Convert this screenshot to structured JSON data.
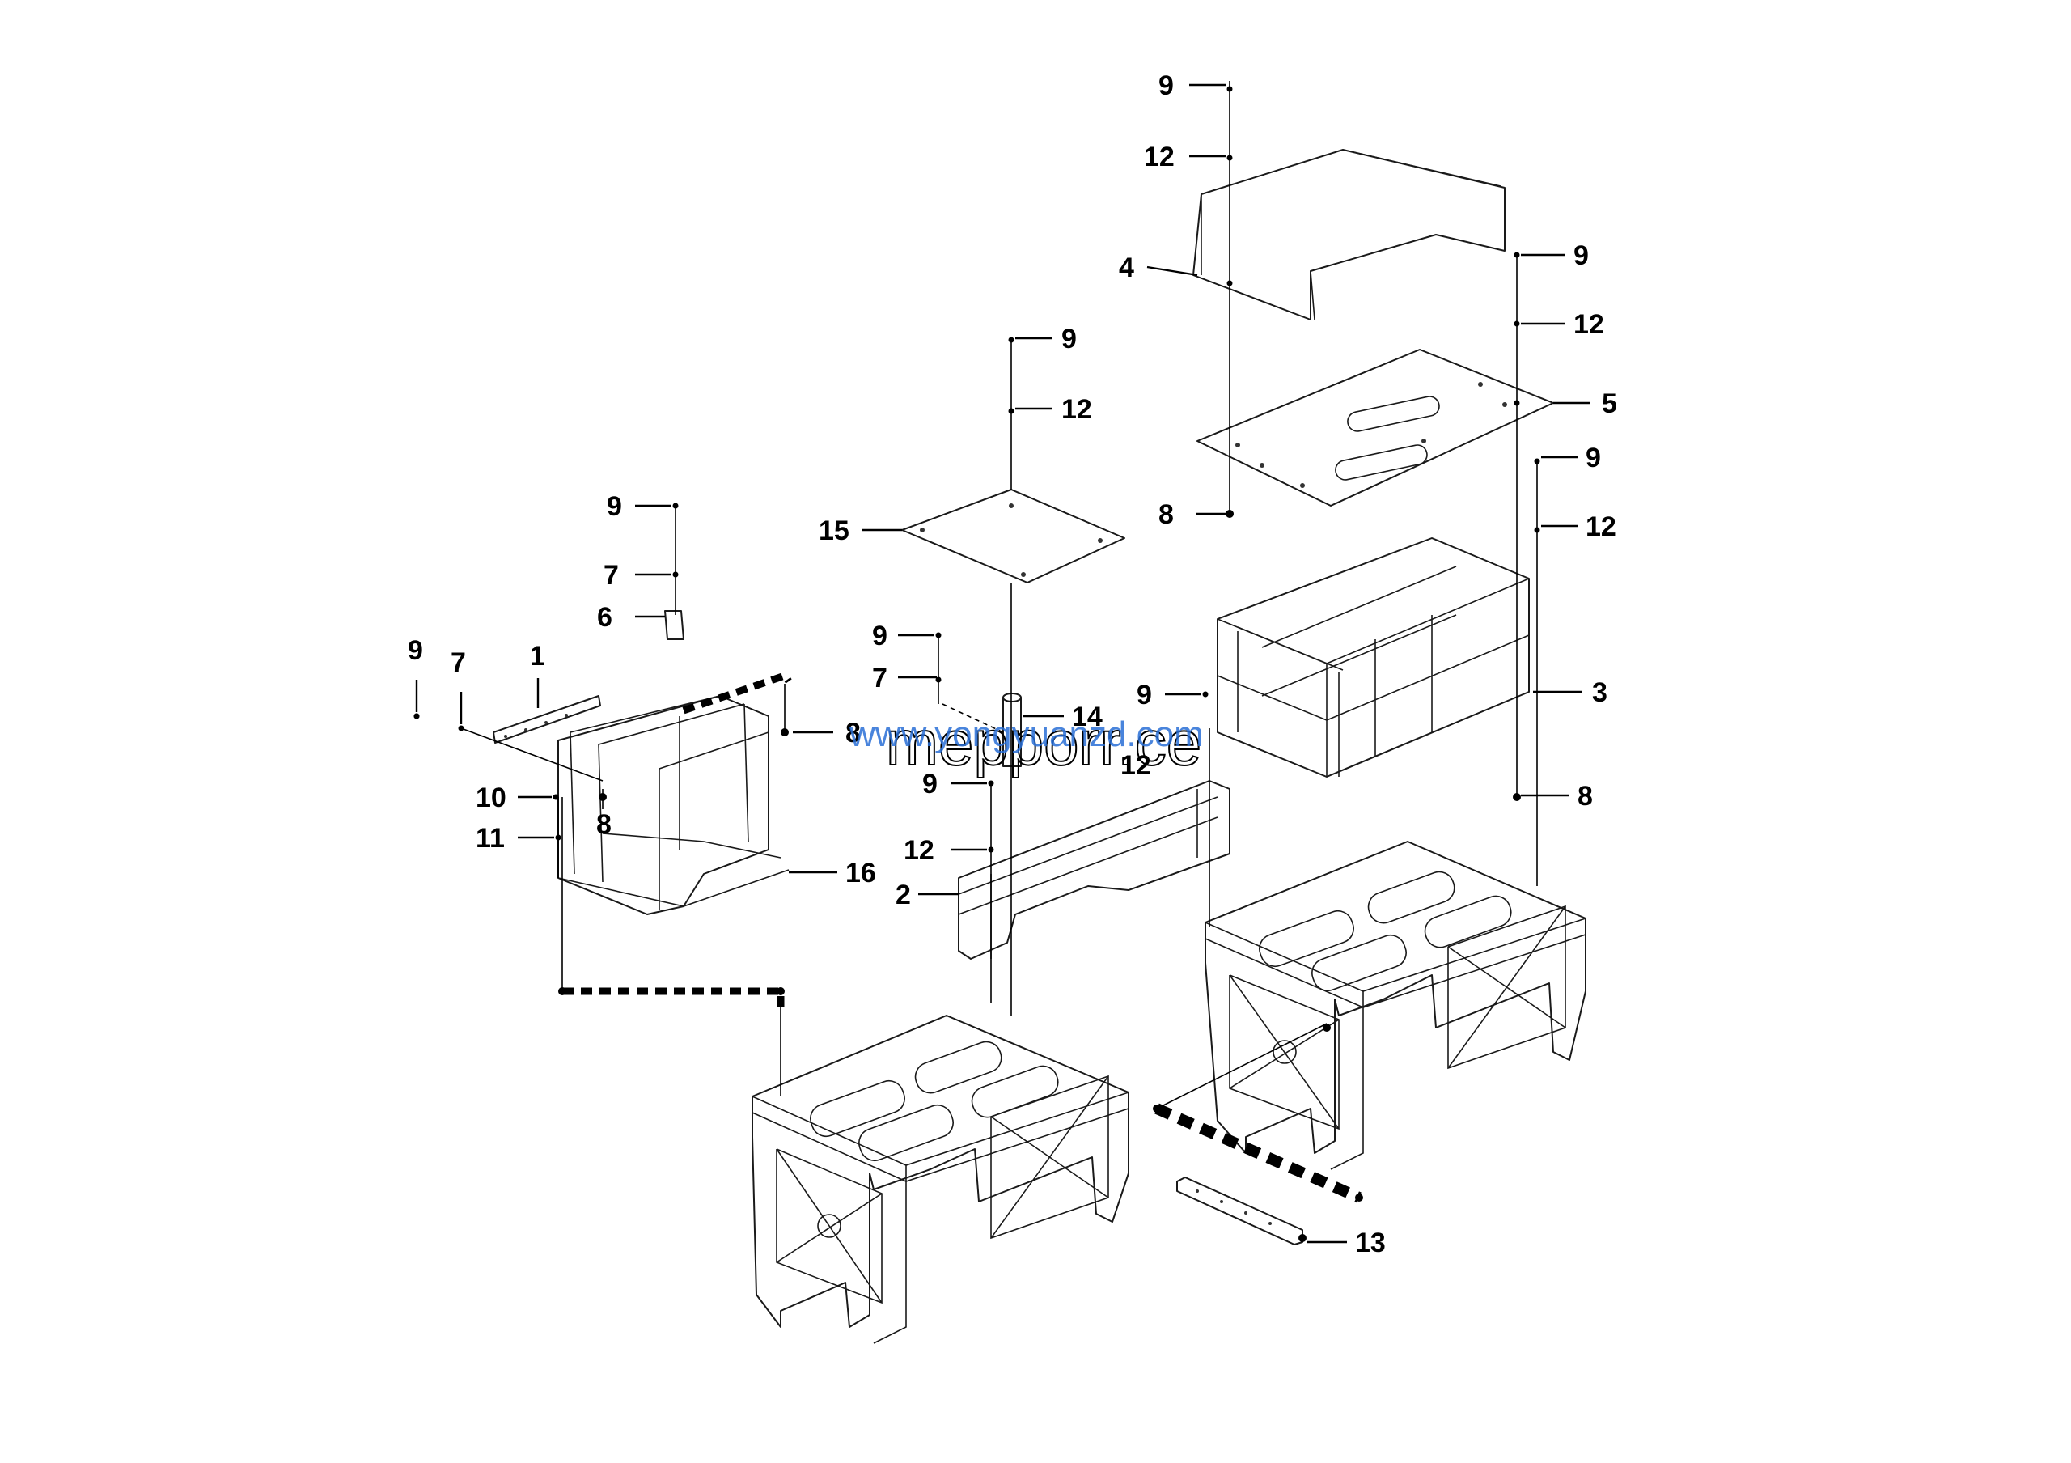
{
  "callouts": {
    "c1": "1",
    "c2": "2",
    "c3": "3",
    "c4": "4",
    "c5": "5",
    "c6": "6",
    "c7a": "7",
    "c7b": "7",
    "c7c": "7",
    "c8a": "8",
    "c8b": "8",
    "c8c": "8",
    "c8d": "8",
    "c9a": "9",
    "c9b": "9",
    "c9c": "9",
    "c9d": "9",
    "c9e": "9",
    "c9f": "9",
    "c9g": "9",
    "c9h": "9",
    "c9i": "9",
    "c10": "10",
    "c11": "11",
    "c12a": "12",
    "c12b": "12",
    "c12c": "12",
    "c12d": "12",
    "c12e": "12",
    "c12f": "12",
    "c13": "13",
    "c14": "14",
    "c15": "15",
    "c16": "16"
  },
  "watermark": {
    "url_text": "www.yongyuanzd.com",
    "brand_text": "mepporr.ce"
  },
  "colors": {
    "line": "#000000",
    "watermark_blue": "#2a6fd6",
    "background": "#ffffff"
  }
}
